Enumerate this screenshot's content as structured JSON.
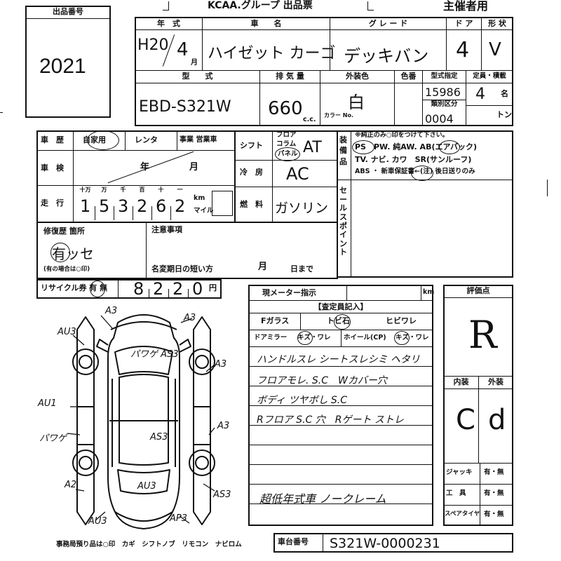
{
  "header": {
    "lot_label": "出品番号",
    "lot_number": "2021",
    "group_title": "KCAA.グループ 出品票",
    "host_label": "主催者用"
  },
  "top_table": {
    "year_label": "年　式",
    "car_name_label": "車　　名",
    "grade_label": "グ レ ー ド",
    "doors_label": "ド ア",
    "shape_label": "形 状",
    "year_value": "H20",
    "month_value": "4",
    "month_suffix": "月",
    "car_name_value": "ハイゼット カーゴ",
    "grade_value": "デッキバン",
    "doors_value": "4",
    "shape_value": "V",
    "model_label": "型　　式",
    "displacement_label": "排 気 量",
    "exterior_color_label": "外装色",
    "color_no_label": "色番",
    "approval_label": "型式指定",
    "capacity_label": "定員・積載",
    "model_value": "EBD-S321W",
    "displacement_value": "660",
    "cc_unit": "c.c.",
    "exterior_color_value": "白",
    "color_no_small": "カラー No.",
    "approval_value": "15986",
    "category_label": "類別区分",
    "category_value": "0004",
    "capacity_value": "4",
    "capacity_unit": "名",
    "ton_unit": "トン"
  },
  "mid_table": {
    "history_label": "車　歴",
    "history_opt1": "自家用",
    "history_opt2": "レンタ",
    "history_opt3": "事業 営業車",
    "inspection_label": "車　検",
    "inspection_year": "年",
    "inspection_month": "月",
    "mileage_label": "走　行",
    "digit_headers": [
      "十万",
      "万",
      "千",
      "百",
      "十",
      "一"
    ],
    "mileage_digits": [
      "1",
      "5",
      "3",
      "2",
      "6",
      "2"
    ],
    "km_unit": "km",
    "mile_unit": "マイル",
    "shift_label": "シフト",
    "shift_opts": [
      "フロア",
      "コラム",
      "パネル"
    ],
    "shift_value": "AT",
    "ac_label": "冷　房",
    "ac_value": "AC",
    "fuel_label": "燃　料",
    "fuel_value": "ガソリン",
    "equipment_label": "装備品",
    "equipment_note": "※純正のみ○印をつけて下さい。",
    "equipment_line1": "PS　PW.  純AW.  AB(エアバック)",
    "equipment_line2": "TV.  ナビ. カワ　SR(サンルーフ)",
    "equipment_line3": "ABS ・ 新車保証書←(注) 後日送りのみ",
    "sales_point_label": "セールスポイント",
    "repair_label": "修復歴 箇所",
    "repair_value": "有ッセ",
    "repair_note": "(有の場合は○印)",
    "notes_label": "注意事項",
    "short_title_label": "名変期日の短い方",
    "short_title_month": "月",
    "short_title_day": "日まで",
    "recycle_label": "リサイクル券 有 無",
    "recycle_value": "8220",
    "recycle_unit": "円"
  },
  "inspection": {
    "meter_label": "現メーター指示",
    "meter_unit": "km",
    "inspector_label": "【査定員記入】",
    "f_glass_label": "Fガラス",
    "chip_label": "トビ石",
    "crack_label": "ヒビワレ",
    "mirror_label": "ドアミラー",
    "mirror_value": "キズ・ワレ",
    "wheel_label": "ホイール(CP)",
    "wheel_value": "キズ・ワレ",
    "comment_lines": [
      "ハンドルスレ シートスレシミ ヘタリ",
      "フロアモレ. S.C　Wカバー穴",
      "ボディ ツヤボし S.C",
      "Rフロア S.C 穴　Rゲート ストレ"
    ],
    "bottom_comment": "超低年式車 ノークレーム"
  },
  "diagram": {
    "labels": [
      "A3",
      "AU3",
      "A3",
      "パワゲ AS3",
      "A3",
      "AU1",
      "パワゲ",
      "AS3",
      "A3",
      "A2",
      "AU3",
      "AS3",
      "AU3",
      "AP3"
    ]
  },
  "grades": {
    "score_label": "評価点",
    "score_value": "R",
    "interior_label": "内装",
    "exterior_label": "外装",
    "interior_value": "C",
    "exterior_value": "d",
    "jack_label": "ジャッキ",
    "tools_label": "工　具",
    "spare_label": "スペアタイヤ",
    "yes_no": "有・無"
  },
  "footer": {
    "office_note": "事務局預り品は○印　カギ　シフトノブ　リモコン　ナビロム",
    "chassis_label": "車台番号",
    "chassis_value": "S321W-0000231"
  }
}
